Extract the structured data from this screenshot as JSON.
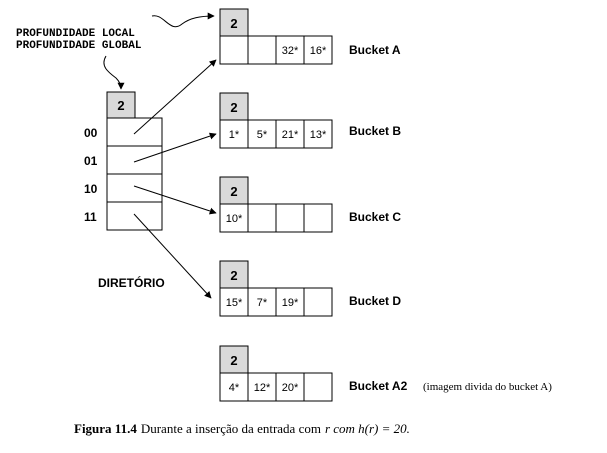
{
  "labels": {
    "local_depth": "PROFUNDIDADE LOCAL",
    "global_depth": "PROFUNDIDADE GLOBAL",
    "directory": "DIRETÓRIO"
  },
  "directory": {
    "global_depth": "2",
    "entries": [
      "00",
      "01",
      "10",
      "11"
    ]
  },
  "buckets": [
    {
      "name": "Bucket A",
      "local_depth": "2",
      "slots": [
        "",
        "",
        "32*",
        "16*"
      ],
      "note": ""
    },
    {
      "name": "Bucket B",
      "local_depth": "2",
      "slots": [
        "1*",
        "5*",
        "21*",
        "13*"
      ],
      "note": ""
    },
    {
      "name": "Bucket C",
      "local_depth": "2",
      "slots": [
        "10*",
        "",
        "",
        ""
      ],
      "note": ""
    },
    {
      "name": "Bucket D",
      "local_depth": "2",
      "slots": [
        "15*",
        "7*",
        "19*",
        ""
      ],
      "note": ""
    },
    {
      "name": "Bucket A2",
      "local_depth": "2",
      "slots": [
        "4*",
        "12*",
        "20*",
        ""
      ],
      "note": "(imagem divida do bucket A)"
    }
  ],
  "caption": {
    "label": "Figura 11.4",
    "text": "Durante a inserção da entrada com",
    "math": "r com h(r) = 20."
  },
  "colors": {
    "depth_fill": "#d9d9d9",
    "stroke": "#000000"
  }
}
